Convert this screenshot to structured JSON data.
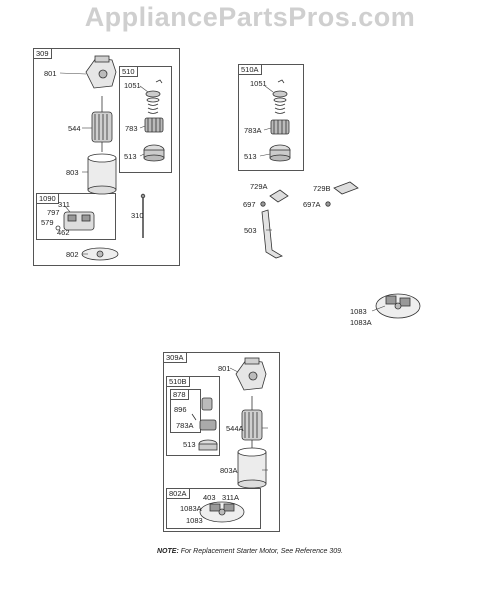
{
  "watermark": "AppliancePartsPros.com",
  "frames": {
    "f309": "309",
    "f510": "510",
    "f1090": "1090",
    "f510A": "510A",
    "f309A": "309A",
    "f510B": "510B",
    "f878": "878",
    "f802A": "802A"
  },
  "labels": {
    "l801a": "801",
    "l544": "544",
    "l803": "803",
    "l1051a": "1051",
    "l783": "783",
    "l513a": "513",
    "l311a": "311",
    "l797": "797",
    "l579": "579",
    "l462": "462",
    "l310": "310",
    "l802": "802",
    "l1051b": "1051",
    "l783Aa": "783A",
    "l513b": "513",
    "l729A": "729A",
    "l729B": "729B",
    "l697": "697",
    "l697A": "697A",
    "l503": "503",
    "l1083a": "1083",
    "l1083Aa": "1083A",
    "l801b": "801",
    "l896": "896",
    "l783Ab": "783A",
    "l544A": "544A",
    "l513c": "513",
    "l803A": "803A",
    "l403": "403",
    "l311A": "311A",
    "l1083Ab": "1083A",
    "l1083b": "1083"
  },
  "note": {
    "prefix": "NOTE:",
    "text": " For Replacement Starter Motor, See Reference 309."
  }
}
